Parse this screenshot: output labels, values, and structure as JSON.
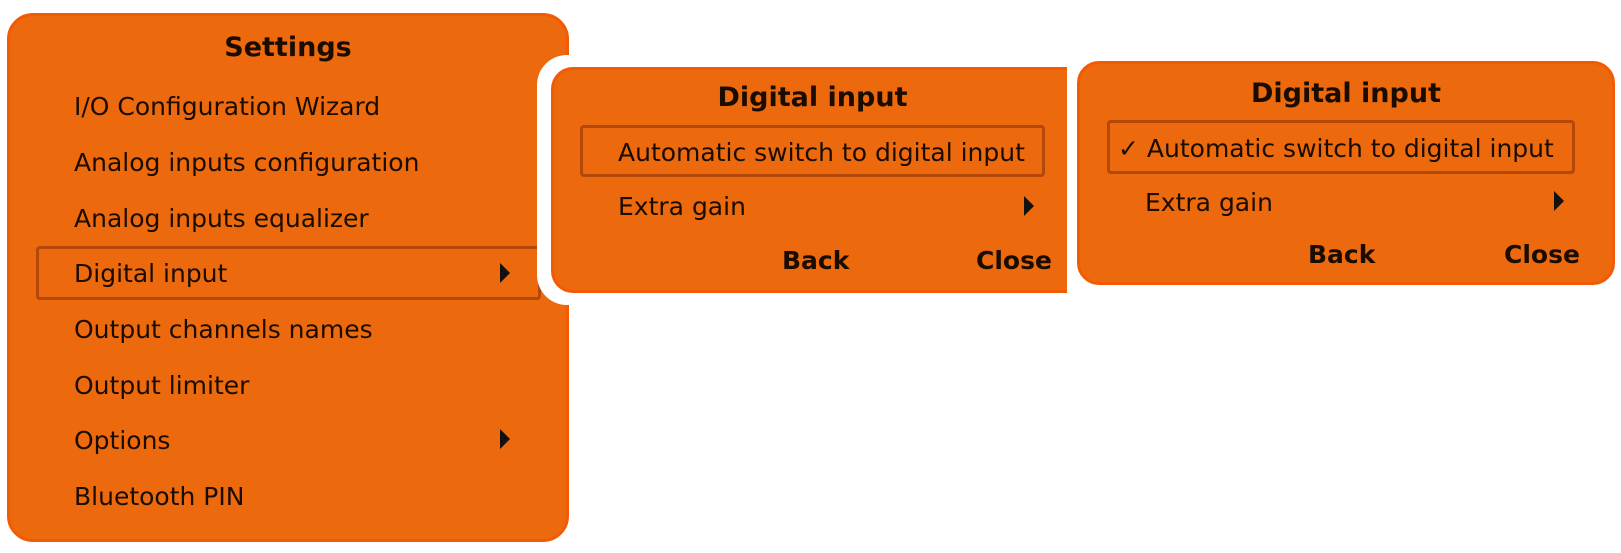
{
  "settings_menu": {
    "title": "Settings",
    "items": [
      {
        "label": "I/O Configuration Wizard",
        "has_submenu": false
      },
      {
        "label": "Analog inputs configuration",
        "has_submenu": false
      },
      {
        "label": "Analog inputs equalizer",
        "has_submenu": false
      },
      {
        "label": "Digital input",
        "has_submenu": true,
        "selected": true
      },
      {
        "label": "Output channels names",
        "has_submenu": false
      },
      {
        "label": "Output limiter",
        "has_submenu": false
      },
      {
        "label": "Options",
        "has_submenu": true
      },
      {
        "label": "Bluetooth PIN",
        "has_submenu": false
      }
    ]
  },
  "digital_input_menu_unchecked": {
    "title": "Digital input",
    "items": [
      {
        "label": "Automatic switch to digital input",
        "selected": true
      },
      {
        "label": "Extra gain",
        "has_submenu": true
      }
    ],
    "back_label": "Back",
    "close_label": "Close"
  },
  "digital_input_menu_checked": {
    "title": "Digital input",
    "items": [
      {
        "label": "✓ Automatic switch to digital input",
        "selected": true,
        "checked": true
      },
      {
        "label": "Extra gain",
        "has_submenu": true
      }
    ],
    "back_label": "Back",
    "close_label": "Close"
  },
  "colors": {
    "panel": "#ec690d",
    "panel_border": "#f25a05",
    "selection_border": "#b4480a"
  }
}
